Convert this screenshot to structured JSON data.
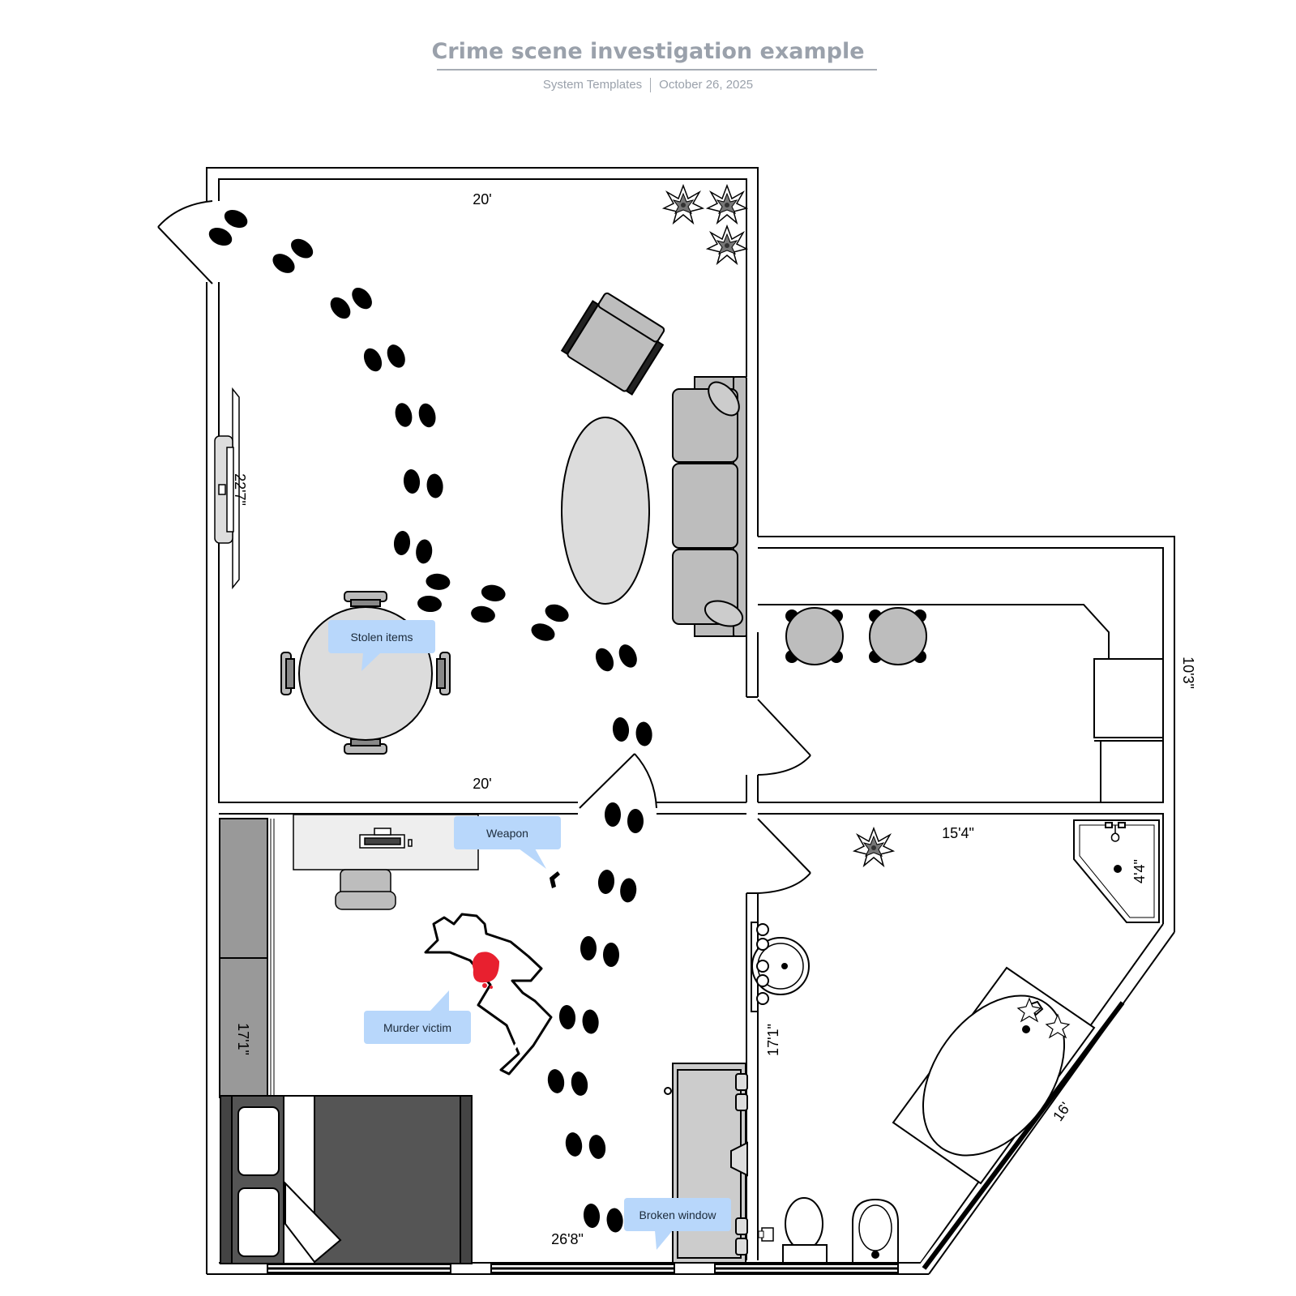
{
  "header": {
    "title": "Crime scene investigation example",
    "author": "System Templates",
    "date": "October 26, 2025"
  },
  "dimensions": {
    "top_wall": "20'",
    "living_bottom": "20'",
    "left_living": "22'7\"",
    "kitchen_right": "10'3\"",
    "bathroom_top": "15'4\"",
    "shower": "4'4\"",
    "bathroom_left": "17'1\"",
    "bedroom_left": "17'1\"",
    "bedroom_bottom": "26'8\"",
    "diagonal_wall": "16'"
  },
  "callouts": {
    "stolen_items": "Stolen items",
    "weapon": "Weapon",
    "murder_victim": "Murder victim",
    "broken_window": "Broken window"
  },
  "colors": {
    "callout_fill": "#b8d7fb",
    "blood": "#e8202f",
    "furniture_fill": "#bdbdbd",
    "rug_fill": "#dcdcdc",
    "bed_fill": "#555555",
    "closet_fill": "#999999"
  }
}
